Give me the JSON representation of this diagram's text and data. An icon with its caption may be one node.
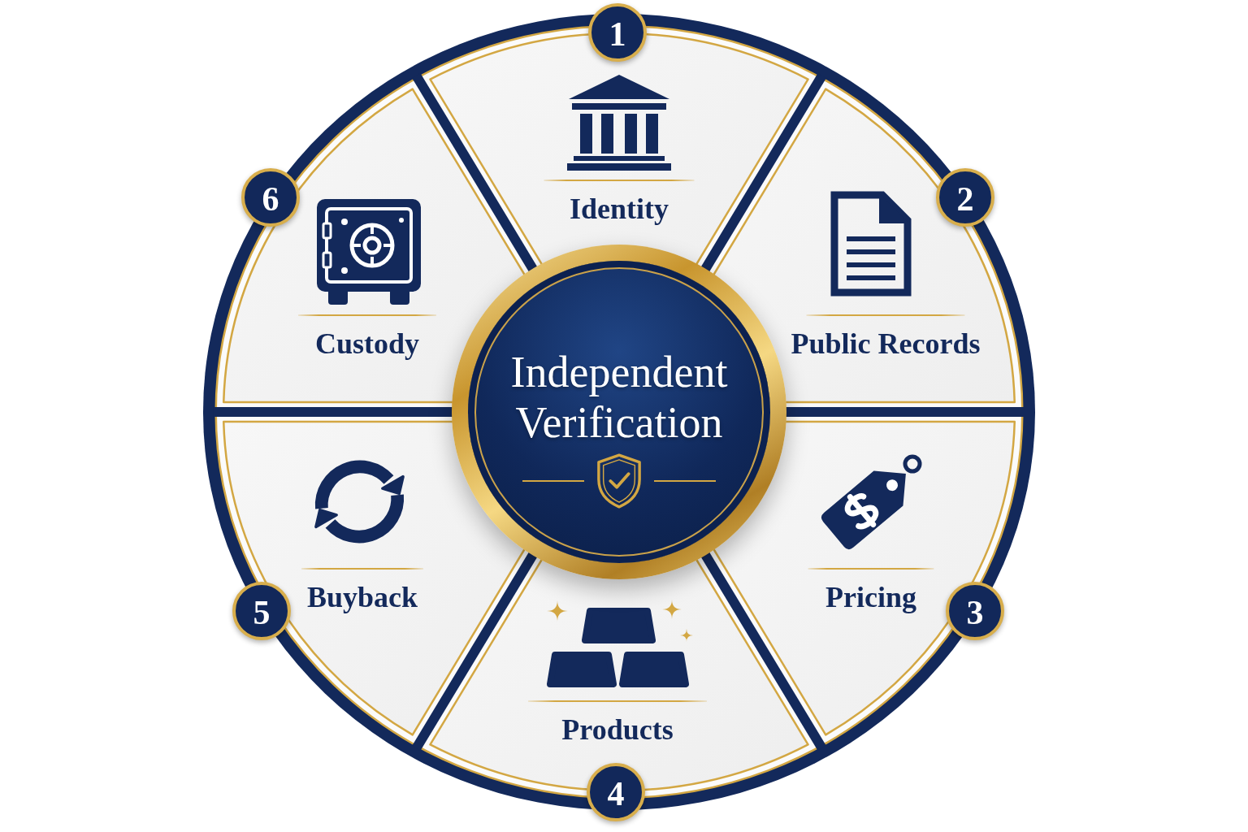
{
  "diagram": {
    "nodes": [
      {
        "text": [
          "Independent Verification"
        ]
      },
      {
        "text": [
          "Identity"
        ]
      },
      {
        "text": [
          "Public Records"
        ]
      },
      {
        "text": [
          "Pricing"
        ]
      },
      {
        "text": [
          "Products"
        ]
      },
      {
        "text": [
          "Buyback"
        ]
      },
      {
        "text": [
          "Custody"
        ]
      },
      {
        "text": [
          "1"
        ]
      },
      {
        "text": [
          "2"
        ]
      },
      {
        "text": [
          "3"
        ]
      },
      {
        "text": [
          "4"
        ]
      },
      {
        "text": [
          "5"
        ]
      },
      {
        "text": [
          "6"
        ]
      }
    ]
  }
}
